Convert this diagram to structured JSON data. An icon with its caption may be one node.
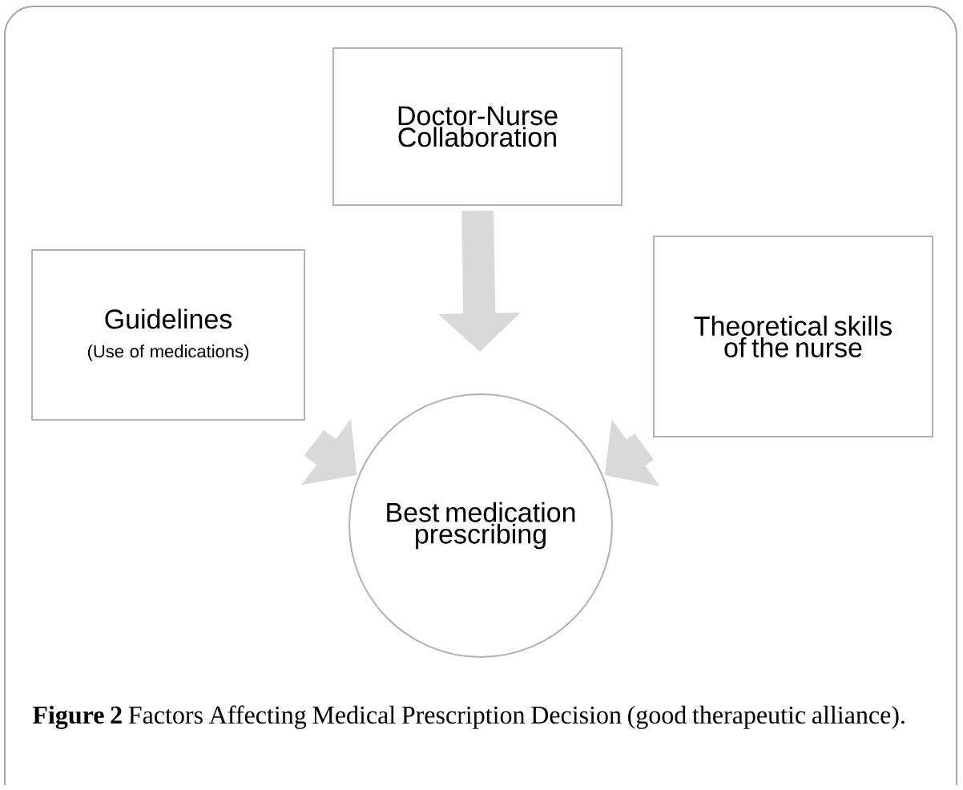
{
  "diagram": {
    "caption": "**Figure 2** Factors Affecting Medical Prescription Decision (good therapeutic alliance).",
    "nodes": [
      {
        "text": [
          "Doctor-Nurse Collaboration"
        ]
      },
      {
        "text": [
          "Guidelines",
          "(Use of medications)"
        ]
      },
      {
        "text": [
          "Theoretical skills of the nurse"
        ]
      },
      {
        "text": [
          "Best medication prescribing"
        ]
      }
    ],
    "edges": [
      {
        "from": 0,
        "to": 3,
        "arrow": "to"
      },
      {
        "from": 1,
        "to": 3,
        "arrow": "to"
      },
      {
        "from": 2,
        "to": 3,
        "arrow": "to"
      }
    ]
  }
}
